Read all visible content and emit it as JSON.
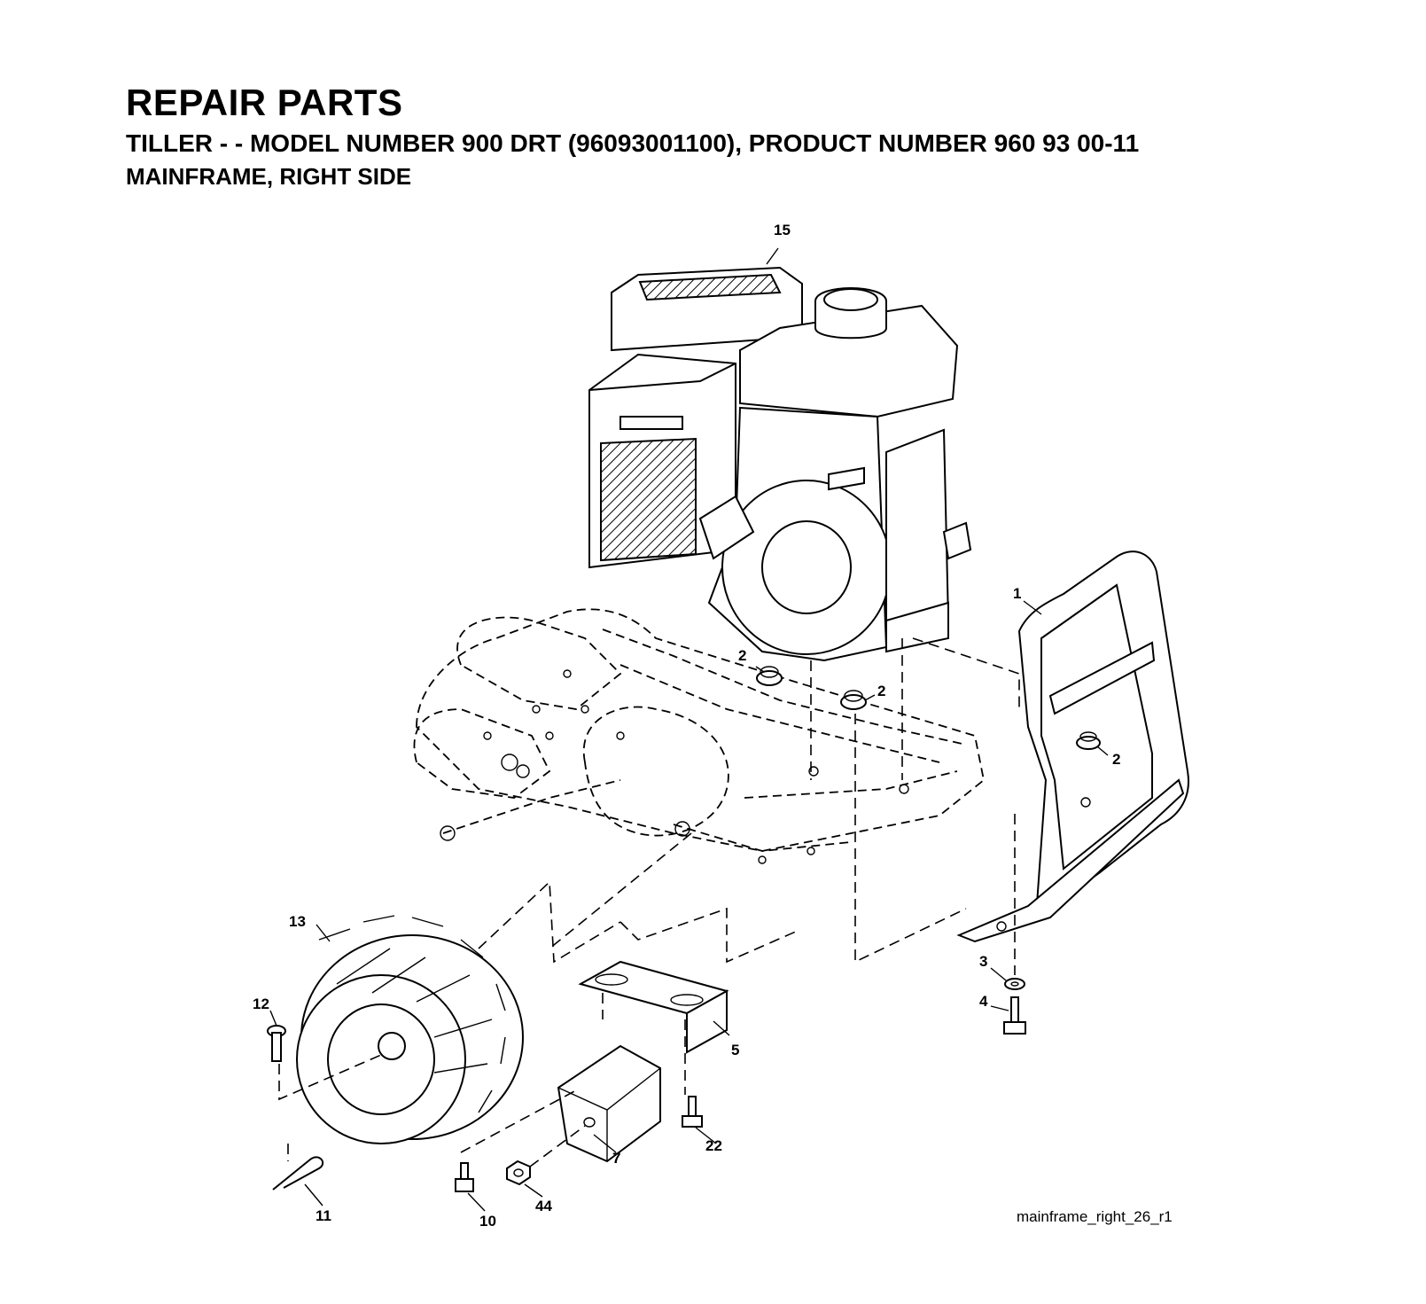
{
  "header": {
    "title": "REPAIR PARTS",
    "subtitle": "TILLER - - MODEL NUMBER 900 DRT (96093001100), PRODUCT NUMBER 960 93 00-11",
    "section": "MAINFRAME, RIGHT SIDE"
  },
  "figure_id": "mainframe_right_26_r1",
  "callouts": {
    "engine": "15",
    "bumper": "1",
    "nut_a": "2",
    "nut_b": "2",
    "nut_c": "2",
    "washer": "3",
    "bolt_bumper": "4",
    "bracket": "5",
    "weight": "7",
    "bolt_weight": "10",
    "hairpin": "11",
    "pin": "12",
    "wheel": "13",
    "bolt_bracket": "22",
    "nut_weight": "44"
  }
}
